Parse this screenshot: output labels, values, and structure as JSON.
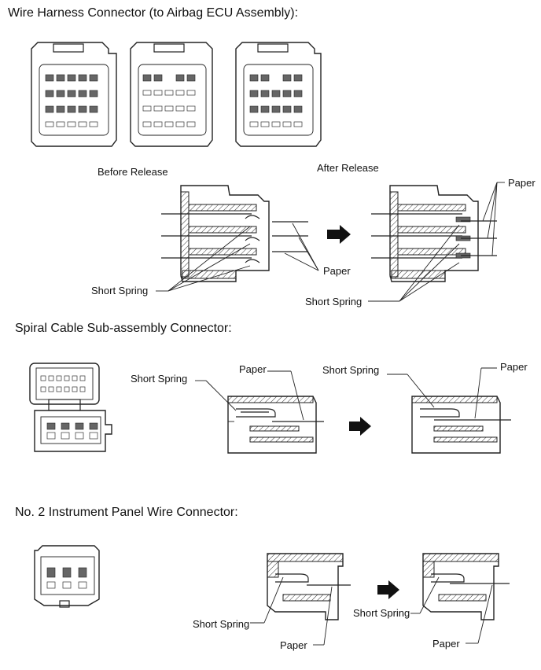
{
  "headings": {
    "wire_harness": "Wire Harness Connector (to Airbag ECU Assembly):",
    "spiral_cable": "Spiral Cable Sub-assembly Connector:",
    "instrument_panel": "No. 2 Instrument Panel Wire Connector:"
  },
  "labels": {
    "before_release": "Before Release",
    "after_release": "After Release",
    "paper": "Paper",
    "short_spring": "Short Spring"
  }
}
